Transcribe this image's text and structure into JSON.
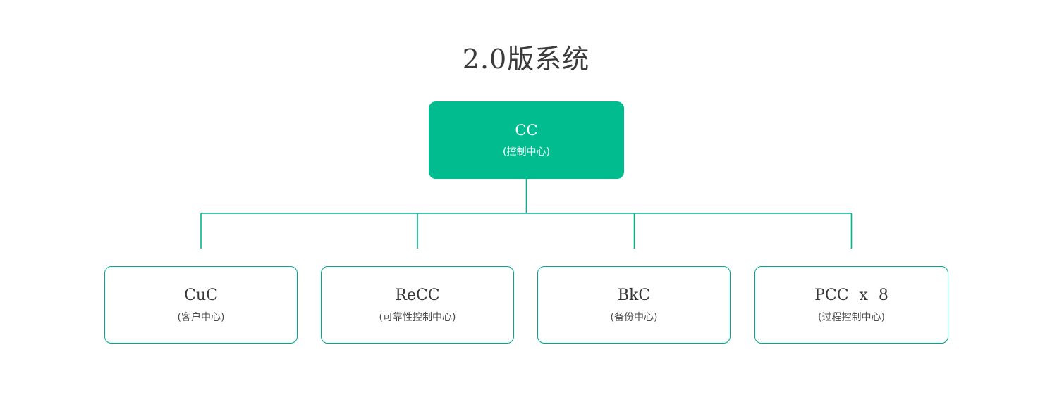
{
  "diagram": {
    "title": "2.0版系统",
    "root": {
      "title": "CC",
      "subtitle": "(控制中心)"
    },
    "children": [
      {
        "title": "CuC",
        "subtitle": "(客户中心)"
      },
      {
        "title": "ReCC",
        "subtitle": "(可靠性控制中心)"
      },
      {
        "title": "BkC",
        "subtitle": "(备份中心)"
      },
      {
        "title": "PCC x 8",
        "subtitle": "(过程控制中心)"
      }
    ],
    "colors": {
      "page_bg": "#ffffff",
      "root_fill": "#00bc8f",
      "root_text": "#ffffff",
      "node_border": "#00a98e",
      "connector": "#00b48e",
      "main_title_text": "#3b3b3b",
      "node_title_text": "#383838",
      "node_subtitle_text": "#4c4c4c"
    }
  }
}
